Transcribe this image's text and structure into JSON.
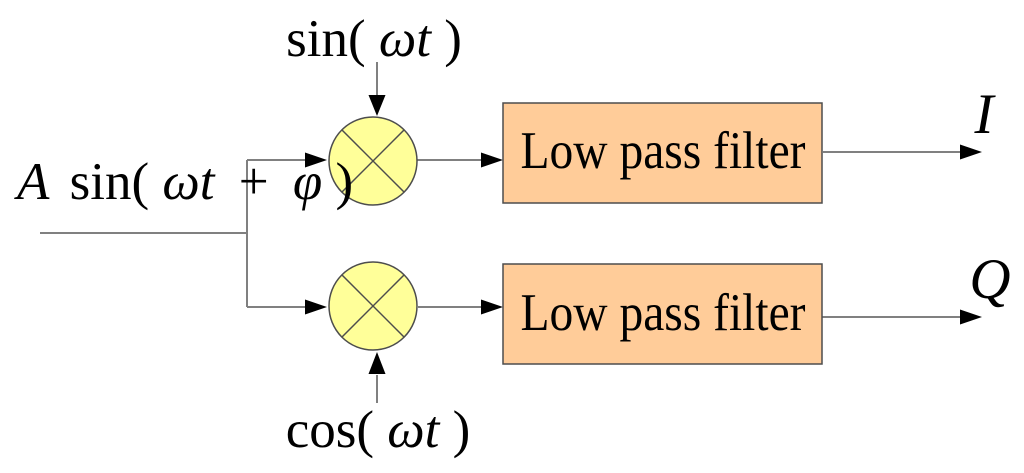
{
  "diagram": {
    "input_signal": {
      "amplitude": "A",
      "func_open": "sin(",
      "arg": "ωt",
      "plus": "+",
      "phase": "φ",
      "close": ")"
    },
    "carrier_top": {
      "func_open": "sin(",
      "arg": "ωt",
      "close": ")"
    },
    "carrier_bottom": {
      "func_open": "cos(",
      "arg": "ωt",
      "close": ")"
    },
    "filter_top": {
      "label": "Low pass filter"
    },
    "filter_bottom": {
      "label": "Low pass filter"
    },
    "output_top": {
      "label": "I"
    },
    "output_bottom": {
      "label": "Q"
    },
    "colors": {
      "multiplier_fill": "#ffff99",
      "filter_fill": "#ffcc99",
      "wire": "#808080",
      "arrowhead": "#000000"
    }
  }
}
